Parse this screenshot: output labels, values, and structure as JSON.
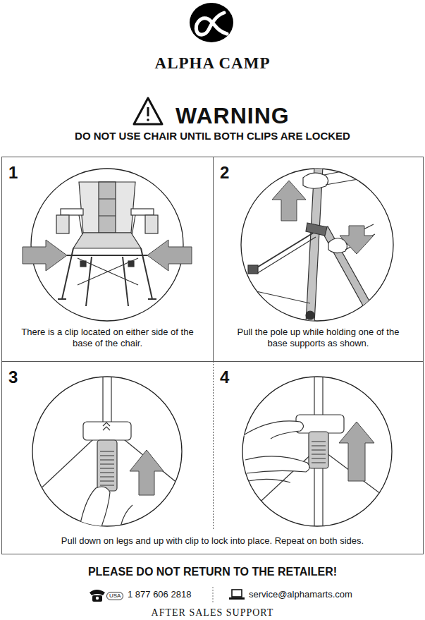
{
  "diagram": {
    "title": "WARNING",
    "nodes": [
      {
        "text": [
          "1",
          "There is a clip located on either side of the base of the chair."
        ]
      },
      {
        "text": [
          "2",
          "Pull the pole up while holding one of the base supports as shown."
        ]
      },
      {
        "text": [
          "3"
        ]
      },
      {
        "text": [
          "4"
        ]
      }
    ],
    "labels": [
      "ALPHA CAMP",
      "DO NOT USE CHAIR UNTIL BOTH CLIPS ARE LOCKED",
      "Pull down on legs and up with clip to lock into place. Repeat on both sides.",
      "PLEASE DO NOT RETURN TO THE RETAILER!",
      "USA",
      "1 877 606 2818",
      "service@alphamarts.com",
      "AFTER SALES SUPPORT"
    ]
  }
}
